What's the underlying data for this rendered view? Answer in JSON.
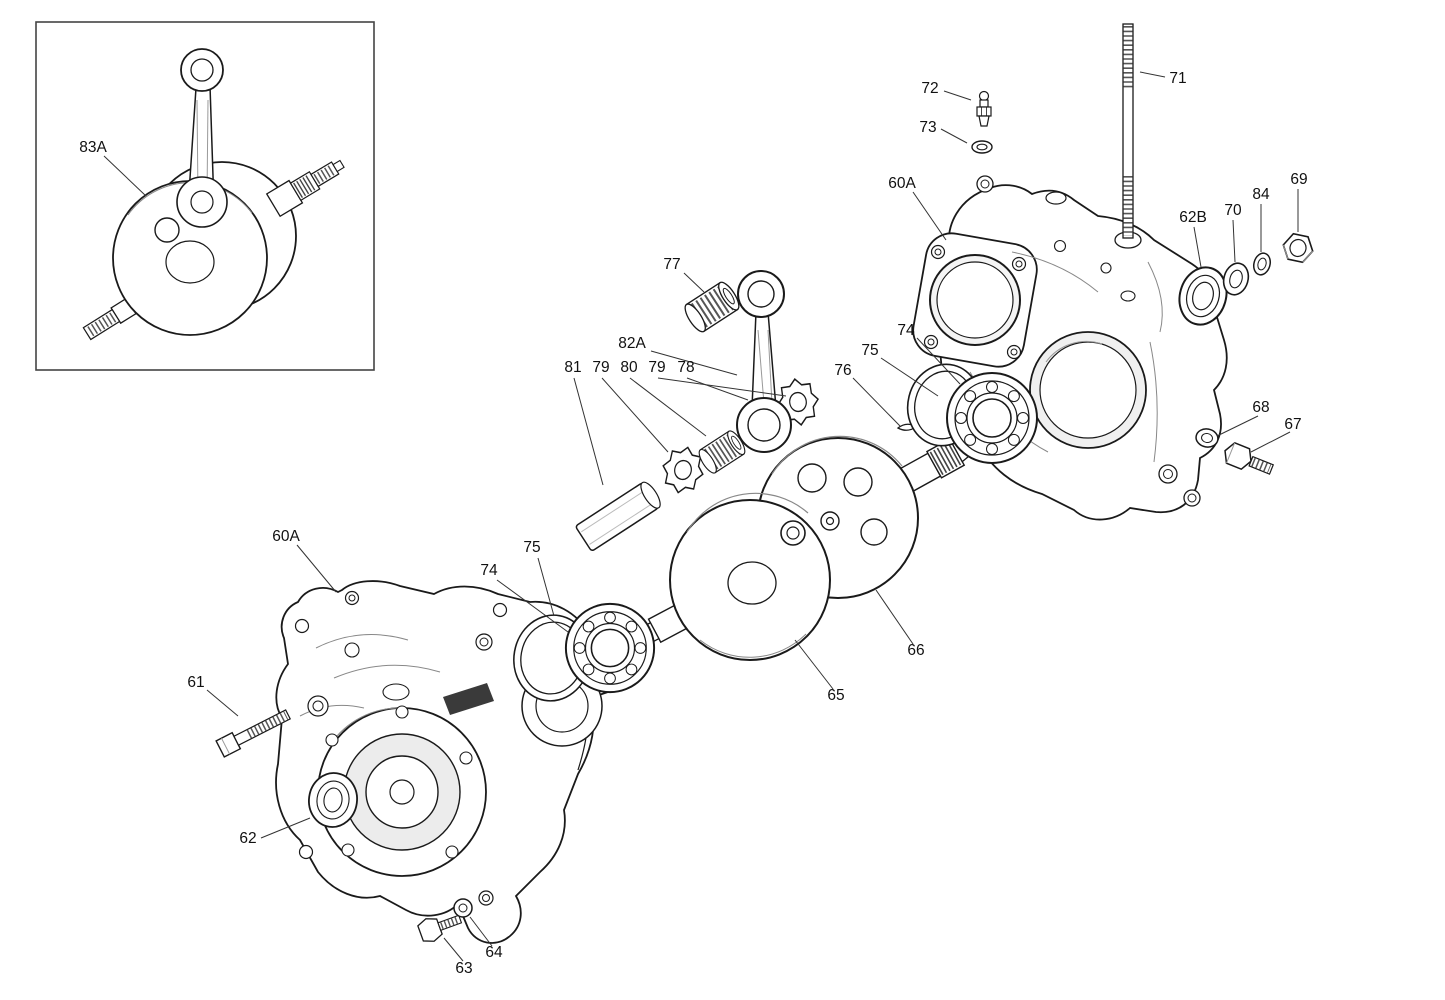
{
  "colors": {
    "line": "#1a1a1a",
    "background": "#ffffff",
    "label_text": "#111111"
  },
  "labels": [
    {
      "text": "83A"
    },
    {
      "text": "72"
    },
    {
      "text": "73"
    },
    {
      "text": "71"
    },
    {
      "text": "60A"
    },
    {
      "text": "62B"
    },
    {
      "text": "70"
    },
    {
      "text": "84"
    },
    {
      "text": "69"
    },
    {
      "text": "77"
    },
    {
      "text": "82A"
    },
    {
      "text": "81"
    },
    {
      "text": "79"
    },
    {
      "text": "80"
    },
    {
      "text": "79"
    },
    {
      "text": "78"
    },
    {
      "text": "74"
    },
    {
      "text": "75"
    },
    {
      "text": "76"
    },
    {
      "text": "68"
    },
    {
      "text": "67"
    },
    {
      "text": "66"
    },
    {
      "text": "65"
    },
    {
      "text": "60A"
    },
    {
      "text": "75"
    },
    {
      "text": "74"
    },
    {
      "text": "61"
    },
    {
      "text": "62"
    },
    {
      "text": "63"
    },
    {
      "text": "64"
    }
  ]
}
